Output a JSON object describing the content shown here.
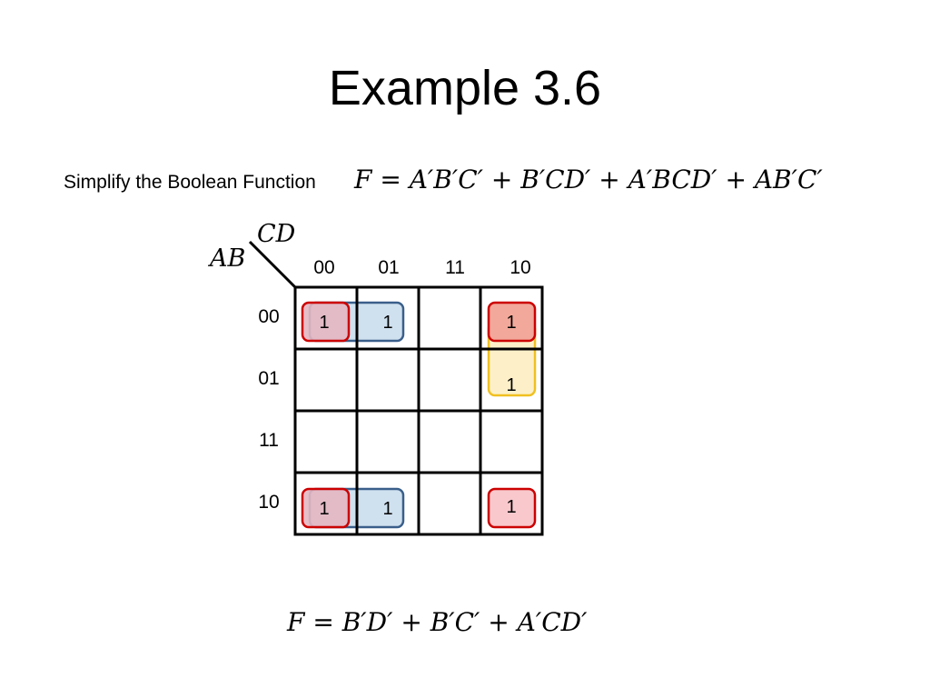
{
  "slide": {
    "title": "Example 3.6",
    "prompt": "Simplify the Boolean Function",
    "given_function": "F = A′B′C′ + B′CD′ + A′BCD′ + AB′C′",
    "result_function": "F = B′D′ + B′C′ + A′CD′"
  },
  "kmap": {
    "row_var": "AB",
    "col_var": "CD",
    "col_labels": [
      "00",
      "01",
      "11",
      "10"
    ],
    "row_labels": [
      "00",
      "01",
      "11",
      "10"
    ],
    "cells": [
      [
        "1",
        "1",
        "",
        "1"
      ],
      [
        "",
        "",
        "",
        "1"
      ],
      [
        "",
        "",
        "",
        ""
      ],
      [
        "1",
        "1",
        "",
        "1"
      ]
    ],
    "groups": [
      {
        "name": "B′D′",
        "color": "#cc0000",
        "fill": "#e8a0a0",
        "cells": [
          [
            0,
            0
          ],
          [
            0,
            3
          ],
          [
            3,
            0
          ],
          [
            3,
            3
          ]
        ]
      },
      {
        "name": "B′C′",
        "color": "#3a5f8a",
        "fill": "#cfe0ef",
        "cells": [
          [
            0,
            0
          ],
          [
            0,
            1
          ],
          [
            3,
            0
          ],
          [
            3,
            1
          ]
        ]
      },
      {
        "name": "A′CD′",
        "color": "#f0c020",
        "fill": "#fdf0c8",
        "cells": [
          [
            0,
            3
          ],
          [
            1,
            3
          ]
        ]
      }
    ]
  }
}
